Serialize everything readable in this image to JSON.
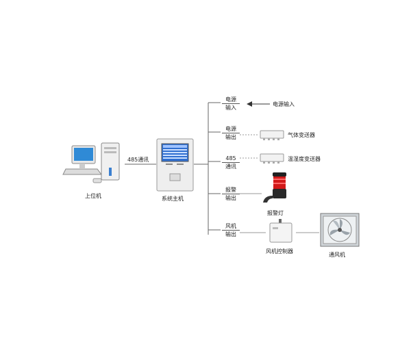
{
  "upper_pc": {
    "label": "上位机"
  },
  "link_485": {
    "label": "485通讯"
  },
  "main_unit": {
    "label": "系统主机"
  },
  "ports": [
    {
      "line1": "电源",
      "line2": "输入"
    },
    {
      "line1": "电源",
      "line2": "输出"
    },
    {
      "line1": "485",
      "line2": "通讯"
    },
    {
      "line1": "报警",
      "line2": "输出"
    },
    {
      "line1": "风机",
      "line2": "输出"
    }
  ],
  "power_input": {
    "label": "电源输入"
  },
  "gas_transmitter": {
    "label": "气体变送器"
  },
  "humidity_transmitter": {
    "label": "温湿度变送器"
  },
  "alarm_light": {
    "label": "报警灯"
  },
  "fan_controller": {
    "label": "风机控制器"
  },
  "ventilator": {
    "label": "通风机"
  },
  "colors": {
    "line": "#555555",
    "screen": "#2f6fd0",
    "alarm": "#d21a1a"
  }
}
